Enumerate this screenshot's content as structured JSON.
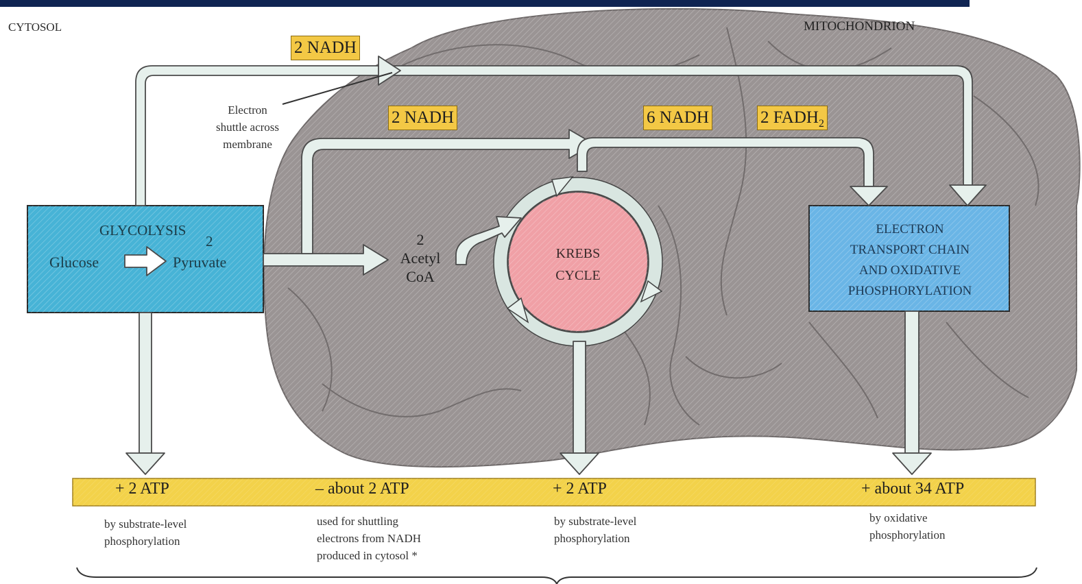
{
  "regions": {
    "cytosol": "CYTOSOL",
    "mitochondrion": "MITOCHONDRION"
  },
  "shuttle_label": [
    "Electron",
    "shuttle across",
    "membrane"
  ],
  "carriers": {
    "glycolysis_nadh": "2 NADH",
    "pyruvate_nadh": "2 NADH",
    "krebs_nadh": "6 NADH",
    "krebs_fadh2_prefix": "2 FADH",
    "krebs_fadh2_sub": "2"
  },
  "glycolysis": {
    "title": "GLYCOLYSIS",
    "glucose": "Glucose",
    "pyruvate_count": "2",
    "pyruvate": "Pyruvate"
  },
  "acetyl_coa": [
    "2",
    "Acetyl",
    "CoA"
  ],
  "krebs": [
    "KREBS",
    "CYCLE"
  ],
  "etc": [
    "ELECTRON",
    "TRANSPORT CHAIN",
    "AND OXIDATIVE",
    "PHOSPHORYLATION"
  ],
  "atp_yields": [
    "+ 2 ATP",
    "– about 2 ATP",
    "+ 2 ATP",
    "+ about 34 ATP"
  ],
  "atp_notes": [
    [
      "by substrate-level",
      "phosphorylation"
    ],
    [
      "used for shuttling",
      "electrons from NADH",
      "produced in cytosol *"
    ],
    [
      "by substrate-level",
      "phosphorylation"
    ],
    [
      "by oxidative",
      "phosphorylation"
    ]
  ],
  "colors": {
    "mitochondrion": "#9a9494",
    "arrow_fill": "#e6f0ec",
    "glycolysis_box": "#47b3d6",
    "krebs_circle": "#f0a0a6",
    "etc_box": "#6ab5e6",
    "yield_bar": "#f3d24a",
    "top_bar": "#0f2452"
  }
}
